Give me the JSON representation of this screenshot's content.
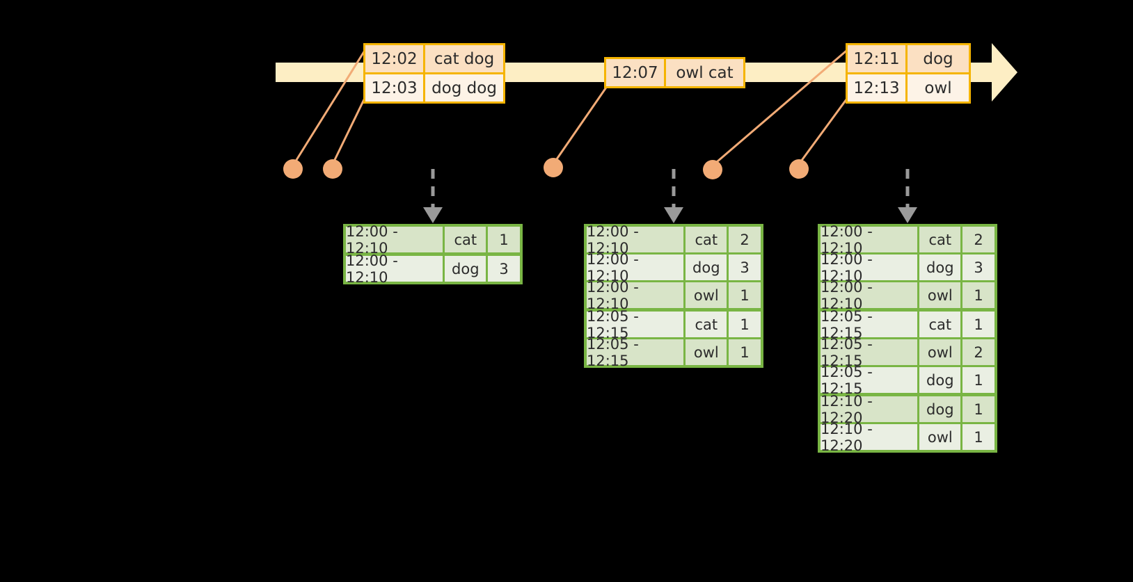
{
  "timeline": {
    "axis_label": "time-axis-arrow",
    "bar_color": "#fdeec4",
    "border_color": "#f5b400",
    "marker_color": "#f2ab76",
    "events": [
      {
        "id": "event-group-1",
        "rows": [
          {
            "time": "12:02",
            "value": "cat dog"
          },
          {
            "time": "12:03",
            "value": "dog dog"
          }
        ]
      },
      {
        "id": "event-group-2",
        "rows": [
          {
            "time": "12:07",
            "value": "owl cat"
          }
        ]
      },
      {
        "id": "event-group-3",
        "rows": [
          {
            "time": "12:11",
            "value": "dog"
          },
          {
            "time": "12:13",
            "value": "owl"
          }
        ]
      }
    ],
    "markers": [
      {
        "name": "marker-12-02"
      },
      {
        "name": "marker-12-03"
      },
      {
        "name": "marker-12-07"
      },
      {
        "name": "marker-12-11"
      },
      {
        "name": "marker-12-13"
      }
    ]
  },
  "aggregates": {
    "border_color": "#79b544",
    "row_shade_a": "#d8e4c8",
    "row_shade_b": "#eaefe3",
    "arrow_color": "#9a9a9a",
    "tables": [
      {
        "id": "agg-table-1",
        "rows": [
          {
            "window": "12:00 - 12:10",
            "key": "cat",
            "count": "1"
          },
          {
            "window": "12:00 - 12:10",
            "key": "dog",
            "count": "3"
          }
        ]
      },
      {
        "id": "agg-table-2",
        "rows": [
          {
            "window": "12:00 - 12:10",
            "key": "cat",
            "count": "2"
          },
          {
            "window": "12:00 - 12:10",
            "key": "dog",
            "count": "3"
          },
          {
            "window": "12:00 - 12:10",
            "key": "owl",
            "count": "1"
          },
          {
            "window": "12:05 - 12:15",
            "key": "cat",
            "count": "1"
          },
          {
            "window": "12:05 - 12:15",
            "key": "owl",
            "count": "1"
          }
        ]
      },
      {
        "id": "agg-table-3",
        "rows": [
          {
            "window": "12:00 - 12:10",
            "key": "cat",
            "count": "2"
          },
          {
            "window": "12:00 - 12:10",
            "key": "dog",
            "count": "3"
          },
          {
            "window": "12:00 - 12:10",
            "key": "owl",
            "count": "1"
          },
          {
            "window": "12:05 - 12:15",
            "key": "cat",
            "count": "1"
          },
          {
            "window": "12:05 - 12:15",
            "key": "owl",
            "count": "2"
          },
          {
            "window": "12:05 - 12:15",
            "key": "dog",
            "count": "1"
          },
          {
            "window": "12:10 - 12:20",
            "key": "dog",
            "count": "1"
          },
          {
            "window": "12:10 - 12:20",
            "key": "owl",
            "count": "1"
          }
        ]
      }
    ]
  }
}
